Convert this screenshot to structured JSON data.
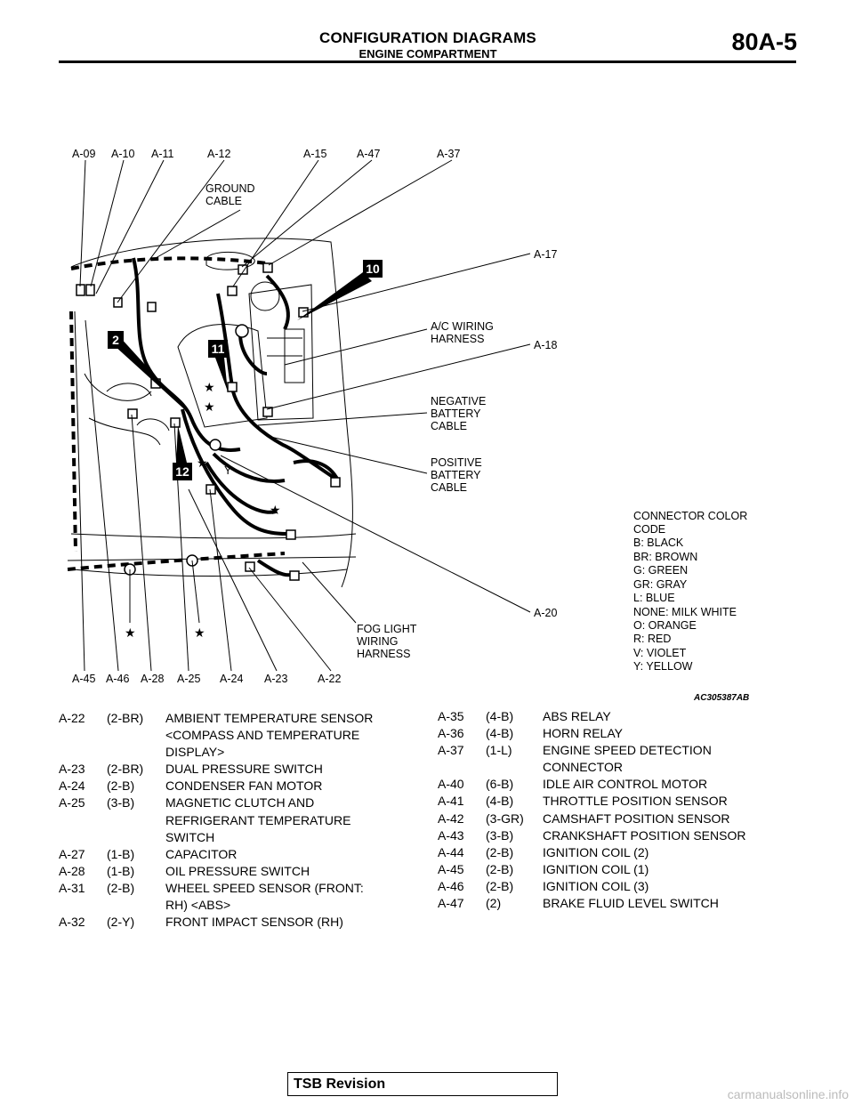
{
  "header": {
    "title": "CONFIGURATION DIAGRAMS",
    "subtitle": "ENGINE COMPARTMENT",
    "code": "80A-5"
  },
  "diagram": {
    "top_connectors": [
      "A-09",
      "A-10",
      "A-11",
      "A-12",
      "A-15",
      "A-47",
      "A-37"
    ],
    "bottom_connectors": [
      "A-45",
      "A-46",
      "A-28",
      "A-25",
      "A-24",
      "A-23",
      "A-22"
    ],
    "right_connectors": [
      "A-17",
      "A-18",
      "A-20"
    ],
    "ground_cable": [
      "GROUND",
      "CABLE"
    ],
    "ac_harness": [
      "A/C WIRING",
      "HARNESS"
    ],
    "negative_cable": [
      "NEGATIVE",
      "BATTERY",
      "CABLE"
    ],
    "positive_cable": [
      "POSITIVE",
      "BATTERY",
      "CABLE"
    ],
    "fog_harness": [
      "FOG LIGHT",
      "WIRING",
      "HARNESS"
    ],
    "callouts": [
      "10",
      "11",
      "2",
      "12"
    ],
    "y_mark": "Y",
    "star": "★",
    "color_code": [
      "CONNECTOR COLOR",
      "CODE",
      "B: BLACK",
      "BR: BROWN",
      "G: GREEN",
      "GR: GRAY",
      "L: BLUE",
      "NONE: MILK WHITE",
      "O: ORANGE",
      "R: RED",
      "V: VIOLET",
      "Y: YELLOW"
    ],
    "figure_ref": "AC305387AB"
  },
  "table_left": [
    {
      "id": "A-22",
      "type": "(2-BR)",
      "name": [
        "AMBIENT TEMPERATURE SENSOR",
        "<COMPASS AND TEMPERATURE",
        "DISPLAY>"
      ]
    },
    {
      "id": "A-23",
      "type": "(2-BR)",
      "name": [
        "DUAL PRESSURE SWITCH"
      ]
    },
    {
      "id": "A-24",
      "type": "(2-B)",
      "name": [
        "CONDENSER FAN MOTOR"
      ]
    },
    {
      "id": "A-25",
      "type": "(3-B)",
      "name": [
        "MAGNETIC CLUTCH AND",
        "REFRIGERANT TEMPERATURE",
        "SWITCH"
      ]
    },
    {
      "id": "A-27",
      "type": "(1-B)",
      "name": [
        "CAPACITOR"
      ]
    },
    {
      "id": "A-28",
      "type": "(1-B)",
      "name": [
        "OIL PRESSURE SWITCH"
      ]
    },
    {
      "id": "A-31",
      "type": "(2-B)",
      "name": [
        "WHEEL SPEED SENSOR (FRONT:",
        "RH) <ABS>"
      ]
    },
    {
      "id": "A-32",
      "type": "(2-Y)",
      "name": [
        "FRONT IMPACT SENSOR (RH)"
      ]
    }
  ],
  "table_right": [
    {
      "id": "A-35",
      "type": "(4-B)",
      "name": [
        "ABS RELAY"
      ]
    },
    {
      "id": "A-36",
      "type": "(4-B)",
      "name": [
        "HORN RELAY"
      ]
    },
    {
      "id": "A-37",
      "type": "(1-L)",
      "name": [
        "ENGINE SPEED DETECTION",
        "CONNECTOR"
      ]
    },
    {
      "id": "A-40",
      "type": "(6-B)",
      "name": [
        "IDLE AIR CONTROL MOTOR"
      ]
    },
    {
      "id": "A-41",
      "type": "(4-B)",
      "name": [
        "THROTTLE POSITION SENSOR"
      ]
    },
    {
      "id": "A-42",
      "type": "(3-GR)",
      "name": [
        "CAMSHAFT POSITION SENSOR"
      ]
    },
    {
      "id": "A-43",
      "type": "(3-B)",
      "name": [
        "CRANKSHAFT POSITION SENSOR"
      ]
    },
    {
      "id": "A-44",
      "type": "(2-B)",
      "name": [
        "IGNITION COIL (2)"
      ]
    },
    {
      "id": "A-45",
      "type": "(2-B)",
      "name": [
        "IGNITION COIL (1)"
      ]
    },
    {
      "id": "A-46",
      "type": "(2-B)",
      "name": [
        "IGNITION COIL (3)"
      ]
    },
    {
      "id": "A-47",
      "type": "(2)",
      "name": [
        "BRAKE FLUID LEVEL SWITCH"
      ]
    }
  ],
  "footer": {
    "label": "TSB Revision",
    "watermark": "carmanualsonline.info"
  }
}
